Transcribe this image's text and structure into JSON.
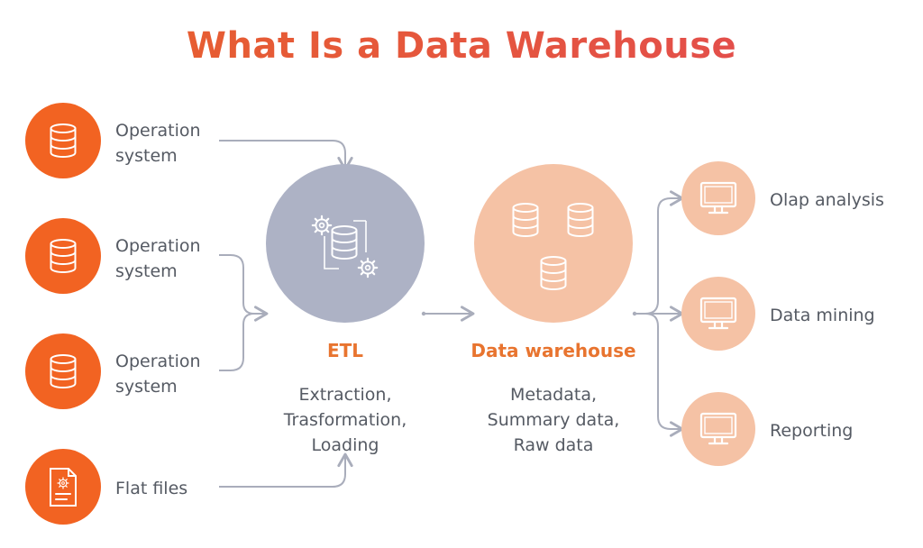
{
  "title": "What Is a Data Warehouse",
  "sources": [
    {
      "line1": "Operation",
      "line2": "system",
      "icon": "database-icon"
    },
    {
      "line1": "Operation",
      "line2": "system",
      "icon": "database-icon"
    },
    {
      "line1": "Operation",
      "line2": "system",
      "icon": "database-icon"
    },
    {
      "line1": "Flat files",
      "line2": "",
      "icon": "document-gear-icon"
    }
  ],
  "etl": {
    "label": "ETL",
    "desc": [
      "Extraction,",
      "Trasformation,",
      "Loading"
    ],
    "icon": "database-gears-icon"
  },
  "warehouse": {
    "label": "Data warehouse",
    "desc": [
      "Metadata,",
      "Summary data,",
      "Raw data"
    ],
    "icon": "databases-icon"
  },
  "outputs": [
    {
      "label": "Olap analysis",
      "icon": "monitor-icon"
    },
    {
      "label": "Data mining",
      "icon": "monitor-icon"
    },
    {
      "label": "Reporting",
      "icon": "monitor-icon"
    }
  ],
  "colors": {
    "source_circle": "#f26322",
    "etl_circle": "#adb2c5",
    "warehouse_circle": "#f5c2a5",
    "output_circle": "#f5c2a5",
    "accent": "#e8742f",
    "connector": "#a9adbb"
  }
}
